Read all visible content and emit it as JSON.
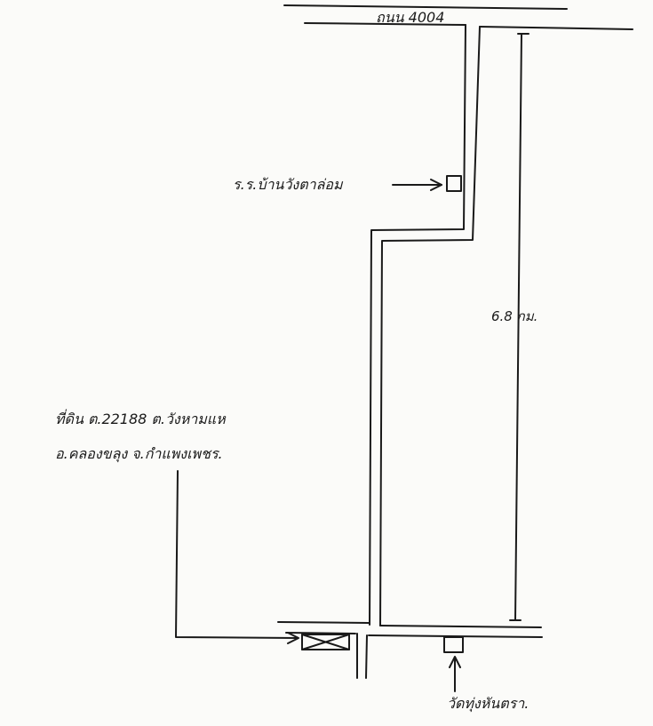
{
  "labels": {
    "road_name": "ถนน 4004",
    "school": "ร.ร.บ้านวังตาล่อม",
    "distance": "6.8 กม.",
    "parcel_line1": "ที่ดิน ต.22188 ต.วังหามแห",
    "parcel_line2": "อ.คลองขลุง จ.กำแพงเพชร.",
    "temple": "วัดทุ่งหันตรา."
  },
  "colors": {
    "ink": "#1a1a1a",
    "paper": "#fbfbf9"
  }
}
